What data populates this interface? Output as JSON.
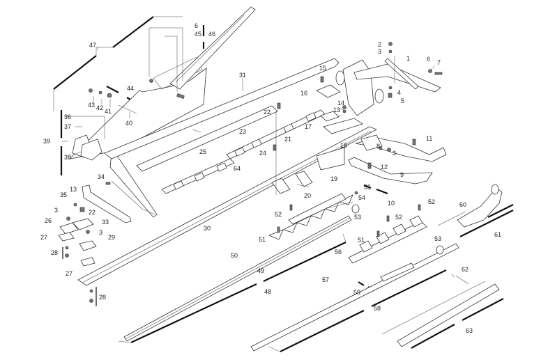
{
  "figure": {
    "type": "exploded parts diagram",
    "subject": "cutter bar / mower knife assembly"
  },
  "parts": [
    {
      "id": "p1",
      "number": "1"
    },
    {
      "id": "p2",
      "number": "2"
    },
    {
      "id": "p3a",
      "number": "3"
    },
    {
      "id": "p3b",
      "number": "3"
    },
    {
      "id": "p3c",
      "number": "3"
    },
    {
      "id": "p3d",
      "number": "3"
    },
    {
      "id": "p4",
      "number": "4"
    },
    {
      "id": "p5",
      "number": "5"
    },
    {
      "id": "p6a",
      "number": "6"
    },
    {
      "id": "p6b",
      "number": "6"
    },
    {
      "id": "p7",
      "number": "7"
    },
    {
      "id": "p8",
      "number": "8"
    },
    {
      "id": "p9",
      "number": "9"
    },
    {
      "id": "p10",
      "number": "10"
    },
    {
      "id": "p11",
      "number": "11"
    },
    {
      "id": "p12",
      "number": "12"
    },
    {
      "id": "p13a",
      "number": "13"
    },
    {
      "id": "p13b",
      "number": "13"
    },
    {
      "id": "p14",
      "number": "14"
    },
    {
      "id": "p15",
      "number": "15"
    },
    {
      "id": "p16",
      "number": "16"
    },
    {
      "id": "p17",
      "number": "17"
    },
    {
      "id": "p18",
      "number": "18"
    },
    {
      "id": "p19",
      "number": "19"
    },
    {
      "id": "p20",
      "number": "20"
    },
    {
      "id": "p21",
      "number": "21"
    },
    {
      "id": "p22a",
      "number": "22"
    },
    {
      "id": "p22b",
      "number": "22"
    },
    {
      "id": "p23",
      "number": "23"
    },
    {
      "id": "p24",
      "number": "24"
    },
    {
      "id": "p25",
      "number": "25"
    },
    {
      "id": "p26",
      "number": "26"
    },
    {
      "id": "p27a",
      "number": "27"
    },
    {
      "id": "p27b",
      "number": "27"
    },
    {
      "id": "p28a",
      "number": "28"
    },
    {
      "id": "p28b",
      "number": "28"
    },
    {
      "id": "p29",
      "number": "29"
    },
    {
      "id": "p30",
      "number": "30"
    },
    {
      "id": "p31",
      "number": "31"
    },
    {
      "id": "p33",
      "number": "33"
    },
    {
      "id": "p34",
      "number": "34"
    },
    {
      "id": "p35",
      "number": "35"
    },
    {
      "id": "p36",
      "number": "36"
    },
    {
      "id": "p37",
      "number": "37"
    },
    {
      "id": "p38",
      "number": "38"
    },
    {
      "id": "p39",
      "number": "39"
    },
    {
      "id": "p40",
      "number": "40"
    },
    {
      "id": "p41",
      "number": "41"
    },
    {
      "id": "p42",
      "number": "42"
    },
    {
      "id": "p43",
      "number": "43"
    },
    {
      "id": "p44",
      "number": "44"
    },
    {
      "id": "p45",
      "number": "45"
    },
    {
      "id": "p46",
      "number": "46"
    },
    {
      "id": "p47",
      "number": "47"
    },
    {
      "id": "p48",
      "number": "48"
    },
    {
      "id": "p49",
      "number": "49"
    },
    {
      "id": "p50",
      "number": "50"
    },
    {
      "id": "p51a",
      "number": "51"
    },
    {
      "id": "p51b",
      "number": "51"
    },
    {
      "id": "p52a",
      "number": "52"
    },
    {
      "id": "p52b",
      "number": "52"
    },
    {
      "id": "p52c",
      "number": "52"
    },
    {
      "id": "p53a",
      "number": "53"
    },
    {
      "id": "p53b",
      "number": "53"
    },
    {
      "id": "p54",
      "number": "54"
    },
    {
      "id": "p55",
      "number": "55"
    },
    {
      "id": "p56",
      "number": "56"
    },
    {
      "id": "p57",
      "number": "57"
    },
    {
      "id": "p58",
      "number": "58"
    },
    {
      "id": "p59",
      "number": "59"
    },
    {
      "id": "p60",
      "number": "60"
    },
    {
      "id": "p61",
      "number": "61"
    },
    {
      "id": "p62",
      "number": "62"
    },
    {
      "id": "p63",
      "number": "63"
    },
    {
      "id": "p64",
      "number": "64"
    }
  ],
  "labels": {
    "p1": "1",
    "p2": "2",
    "p3a": "3",
    "p3b": "3",
    "p3c": "3",
    "p3d": "3",
    "p4": "4",
    "p5": "5",
    "p6a": "6",
    "p6b": "6",
    "p7": "7",
    "p8": "8",
    "p9": "9",
    "p10": "10",
    "p11": "11",
    "p12": "12",
    "p13a": "13",
    "p13b": "13",
    "p14": "14",
    "p15": "15",
    "p16": "16",
    "p17": "17",
    "p18": "18",
    "p19": "19",
    "p20": "20",
    "p21": "21",
    "p22a": "22",
    "p22b": "22",
    "p23": "23",
    "p24": "24",
    "p25": "25",
    "p26": "26",
    "p27a": "27",
    "p27b": "27",
    "p28a": "28",
    "p28b": "28",
    "p29": "29",
    "p30": "30",
    "p31": "31",
    "p33": "33",
    "p34": "34",
    "p35": "35",
    "p36": "36",
    "p37": "37",
    "p38": "38",
    "p39": "39",
    "p40": "40",
    "p41": "41",
    "p42": "42",
    "p43": "43",
    "p44": "44",
    "p45": "45",
    "p46": "46",
    "p47": "47",
    "p48": "48",
    "p49": "49",
    "p50": "50",
    "p51a": "51",
    "p51b": "51",
    "p52a": "52",
    "p52b": "52",
    "p52c": "52",
    "p53a": "53",
    "p53b": "53",
    "p54": "54",
    "p55": "55",
    "p56": "56",
    "p57": "57",
    "p58": "58",
    "p59": "59",
    "p60": "60",
    "p61": "61",
    "p62": "62",
    "p63": "63",
    "p64": "64"
  }
}
